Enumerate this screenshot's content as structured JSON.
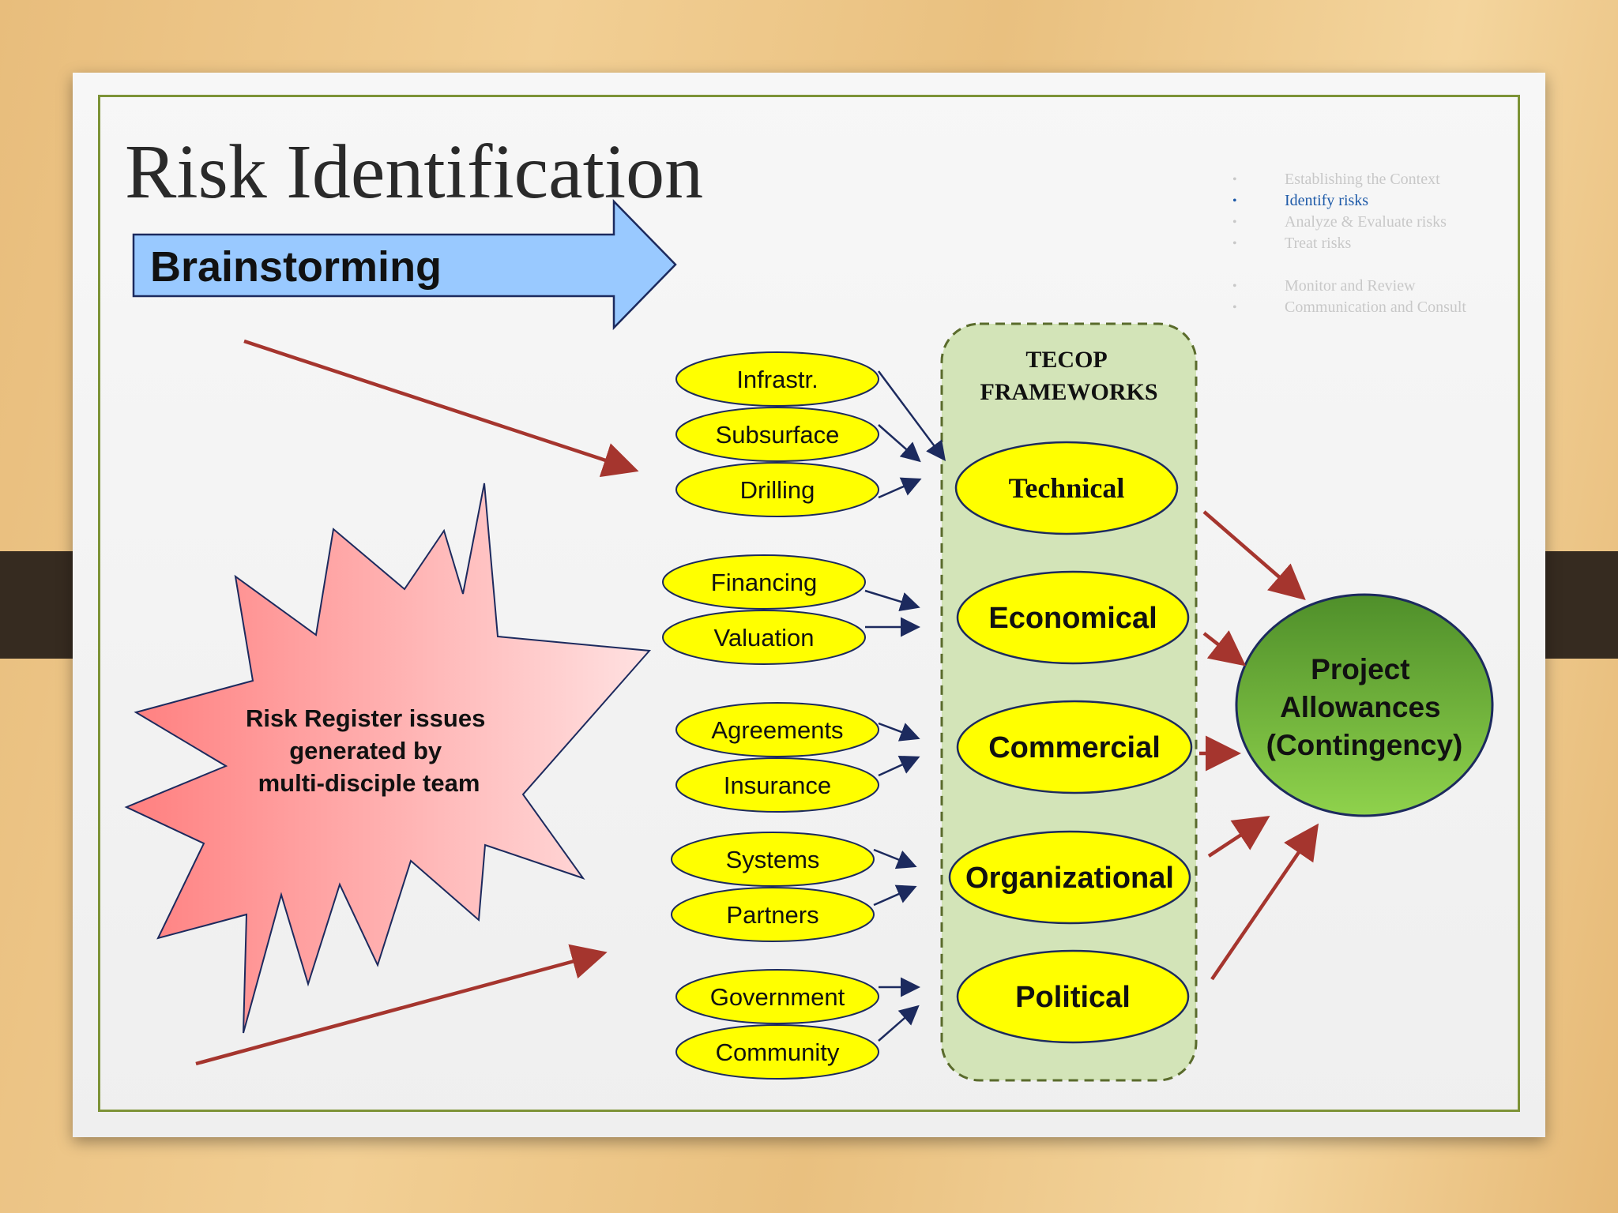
{
  "slide": {
    "title": "Risk Identification",
    "banner": "Brainstorming",
    "process_steps": [
      {
        "label": "Establishing the Context",
        "active": false
      },
      {
        "label": "Identify risks",
        "active": true
      },
      {
        "label": "Analyze & Evaluate risks",
        "active": false
      },
      {
        "label": "Treat risks",
        "active": false
      },
      {
        "label": "Monitor and Review",
        "active": false
      },
      {
        "label": "Communication and Consult",
        "active": false
      }
    ]
  },
  "diagram": {
    "source": {
      "lines": [
        "Risk Register issues",
        "generated by",
        "multi-disciple team"
      ]
    },
    "framework_title": [
      "TECOP",
      "FRAMEWORKS"
    ],
    "categories": [
      {
        "id": "technical",
        "label": "Technical",
        "subs": [
          "Infrastr.",
          "Subsurface",
          "Drilling"
        ]
      },
      {
        "id": "economical",
        "label": "Economical",
        "subs": [
          "Financing",
          "Valuation"
        ]
      },
      {
        "id": "commercial",
        "label": "Commercial",
        "subs": [
          "Agreements",
          "Insurance"
        ]
      },
      {
        "id": "organizational",
        "label": "Organizational",
        "subs": [
          "Systems",
          "Partners"
        ]
      },
      {
        "id": "political",
        "label": "Political",
        "subs": [
          "Government",
          "Community"
        ]
      }
    ],
    "target": {
      "lines": [
        "Project",
        "Allowances",
        "(Contingency)"
      ]
    }
  },
  "colors": {
    "yellow": "#ffff00",
    "framework_fill": "#d3e4b8",
    "framework_border": "#5a6b2c",
    "banner_fill": "#99c9ff",
    "red_arrow": "#a5352e",
    "navy_arrow": "#1c2a5e",
    "target_green": "#6bb03e"
  }
}
